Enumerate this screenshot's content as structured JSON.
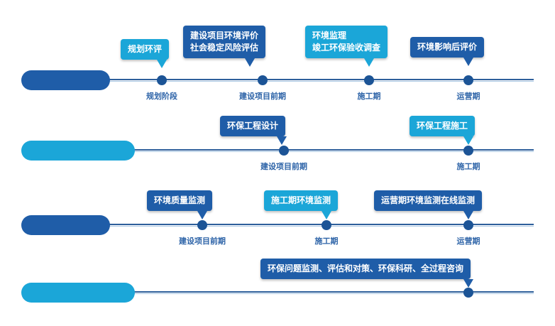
{
  "colors": {
    "dark": "#1f5da8",
    "cyan": "#1ba6d8",
    "node": "#1c5496",
    "label": "#2e64a8",
    "line_dark": "#2e5f9b",
    "line_light": "#a9c6e2"
  },
  "rows": [
    {
      "stages": [
        "规划阶段",
        "建设项目前期",
        "施工期",
        "运营期"
      ],
      "callouts": [
        "规划环评",
        "建设项目环境评价\n社会稳定风险评估",
        "环境监理\n竣工环保验收调查",
        "环境影响后评价"
      ]
    },
    {
      "stages": [
        "建设项目前期",
        "施工期"
      ],
      "callouts": [
        "环保工程设计",
        "环保工程施工"
      ]
    },
    {
      "stages": [
        "建设项目前期",
        "施工期",
        "运营期"
      ],
      "callouts": [
        "环境质量监测",
        "施工期环境监测",
        "运营期环境监测在线监测"
      ]
    },
    {
      "stages": [],
      "callouts": [
        "环保问题监测、评估和对策、环保科研、全过程咨询"
      ]
    }
  ]
}
